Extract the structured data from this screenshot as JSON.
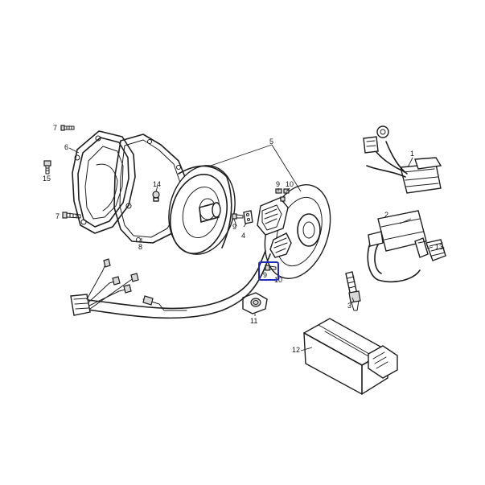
{
  "callouts": {
    "c1": "1",
    "c2": "2",
    "c3": "3",
    "c4": "4",
    "c5": "5",
    "c6": "6",
    "c7a": "7",
    "c7b": "7",
    "c8": "8",
    "c9a": "9",
    "c9b": "9",
    "c9c": "9",
    "c10a": "10",
    "c10b": "10",
    "c11": "11",
    "c12": "12",
    "c13": "13",
    "c14": "14",
    "c15": "15"
  },
  "highlight": {
    "color": "#1f2bb8",
    "part": "9"
  }
}
